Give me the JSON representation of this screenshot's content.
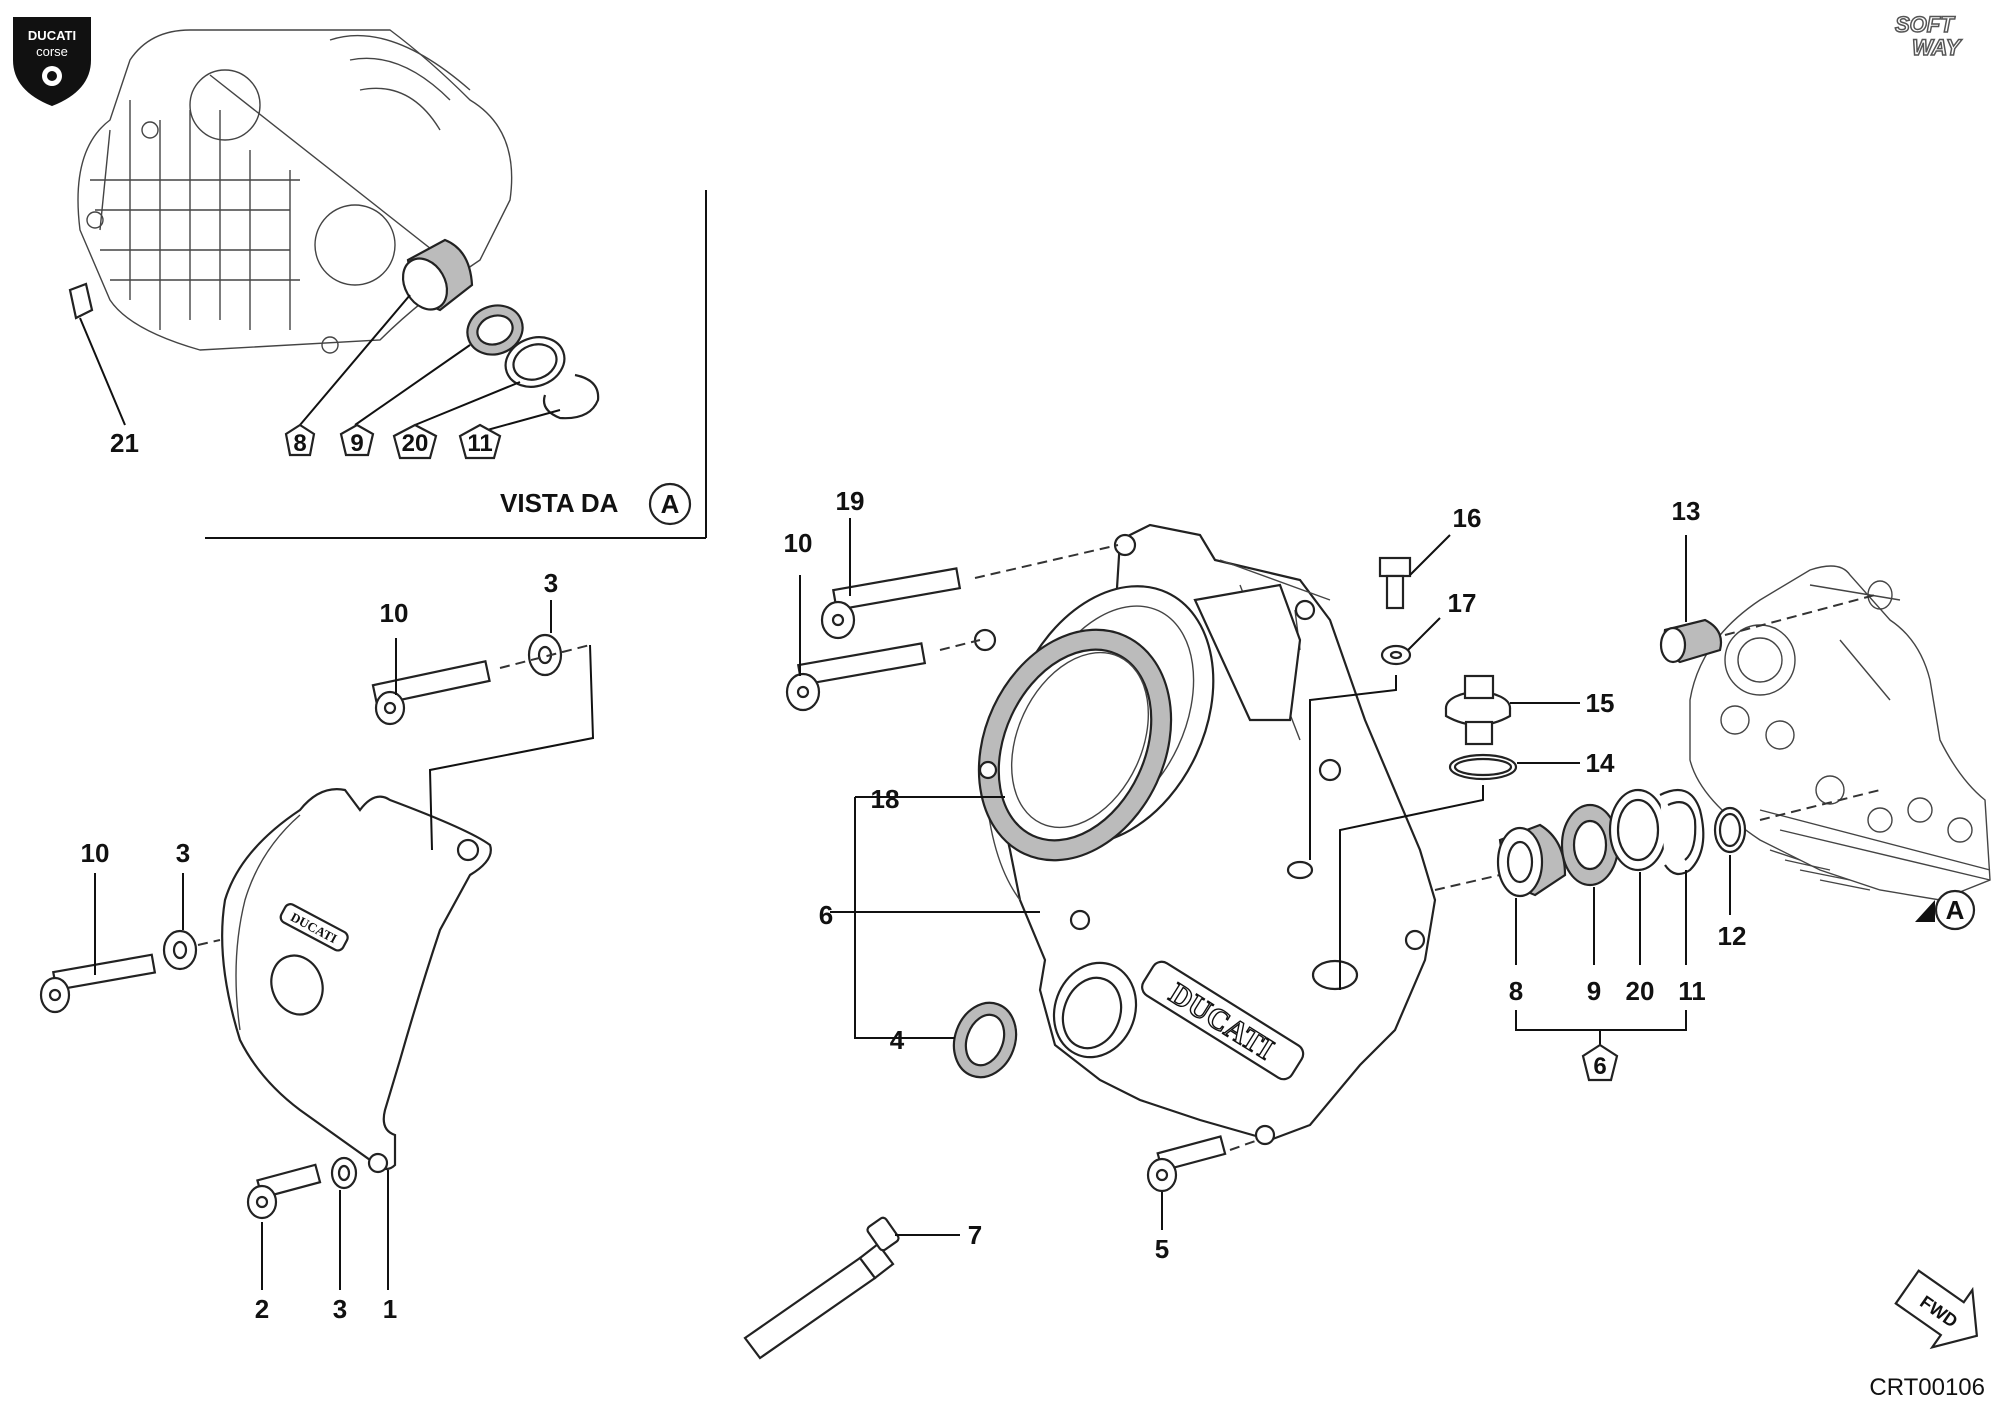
{
  "logos": {
    "ducati_top": "DUCATI",
    "ducati_bottom": "corse",
    "softway_top": "SOFT",
    "softway_bottom": "WAY"
  },
  "inset": {
    "caption_prefix": "VISTA DA",
    "caption_marker": "A",
    "labels": {
      "p21": "21",
      "p8": "8",
      "p9": "9",
      "p20": "20",
      "p11": "11"
    }
  },
  "left_cover": {
    "labels": {
      "p10a": "10",
      "p3a": "3",
      "p10b": "10",
      "p3b": "3",
      "p2": "2",
      "p3c": "3",
      "p1": "1"
    },
    "emboss": "DUCATI"
  },
  "center_cover": {
    "labels": {
      "p19": "19",
      "p10": "10",
      "p18": "18",
      "p6": "6",
      "p4": "4",
      "p5": "5",
      "p7": "7",
      "p16": "16",
      "p17": "17",
      "p15": "15",
      "p14": "14"
    },
    "emboss": "DUCATI"
  },
  "right_group": {
    "labels": {
      "p13": "13",
      "p12": "12",
      "p8": "8",
      "p9": "9",
      "p20": "20",
      "p11": "11",
      "p6": "6"
    },
    "view_marker": "A"
  },
  "fwd_arrow": "FWD",
  "drawing_code": "CRT00106"
}
